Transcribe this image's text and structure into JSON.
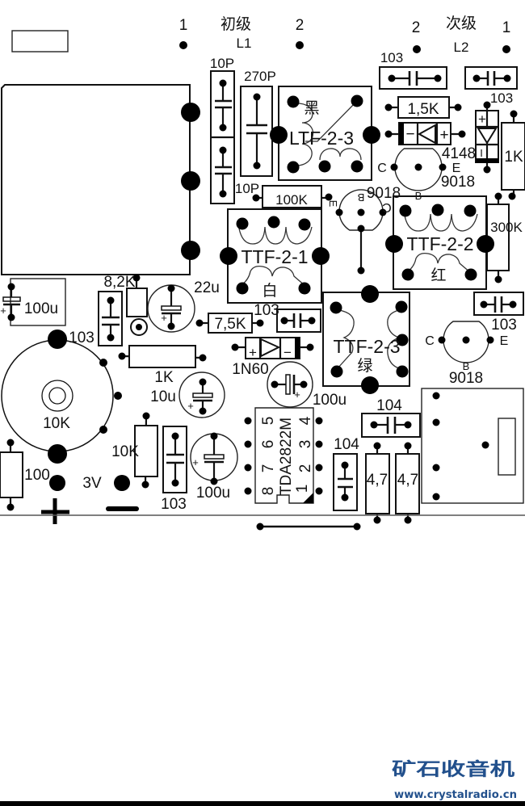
{
  "board": {
    "top": {
      "pin_1_left": "1",
      "primary_label": "初级",
      "primary_coil": "L1",
      "pin_2_left": "2",
      "pin_2_right": "2",
      "secondary_label": "次级",
      "secondary_coil": "L2",
      "pin_1_right": "1"
    },
    "capacitors": {
      "c_10p_top": "10P",
      "c_10p_bottom": "10P",
      "c_270p": "270P",
      "c_103_top_a": "103",
      "c_103_top_b": "103",
      "c_103_left": "103",
      "c_103_mid": "103",
      "c_103_right": "103",
      "c_103_bottom": "103",
      "c_104_horizontal": "104",
      "c_104_vertical": "104",
      "e_100u_left": "100u",
      "e_22u": "22u",
      "e_10u": "10u",
      "e_100u_mid": "100u",
      "e_100u_bottom": "100u",
      "polarity_plus": "+"
    },
    "resistors": {
      "r_1_5k": "1,5K",
      "r_1k_right": "1K",
      "r_300k": "300K",
      "r_100k": "100K",
      "r_8_2k": "8,2K",
      "r_7_5k": "7,5K",
      "r_1k_mid": "1K",
      "r_10k": "10K",
      "r_100": "100",
      "r_4_7_a": "4,7",
      "r_4_7_b": "4,7"
    },
    "diodes": {
      "d_4148": "4148",
      "d_1n60": "1N60",
      "plus": "+",
      "minus": "−",
      "cathode_mark": "I"
    },
    "transistors": [
      {
        "model": "9018",
        "c": "C",
        "b": "B",
        "e": "E"
      },
      {
        "model": "9018",
        "c": "C",
        "b": "B",
        "e": "E"
      },
      {
        "model": "9018",
        "c": "C",
        "b": "B",
        "e": "E"
      }
    ],
    "coils": {
      "ltf": {
        "name": "LTF-2-3",
        "color": "黑"
      },
      "ttf1": {
        "name": "TTF-2-1",
        "color": "白"
      },
      "ttf2": {
        "name": "TTF-2-2",
        "color": "红"
      },
      "ttf3": {
        "name": "TTF-2-3",
        "color": "绿"
      }
    },
    "potentiometer": {
      "value": "10K"
    },
    "ic": {
      "name": "TDA2822M",
      "pins_left": [
        "5",
        "6",
        "7",
        "8"
      ],
      "pins_right": [
        "4",
        "3",
        "2",
        "1"
      ]
    },
    "power": {
      "voltage": "3V"
    }
  },
  "logo": {
    "title": "矿石收音机",
    "url": "www.crystalradio.cn",
    "color": "#22508c"
  }
}
